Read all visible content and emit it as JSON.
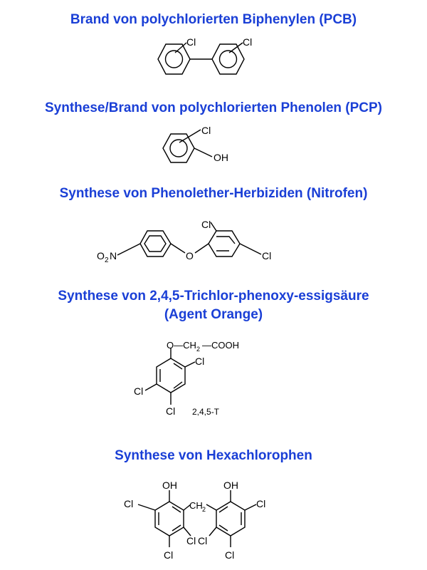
{
  "sections": [
    {
      "heading": "Brand von polychlorierten Biphenylen (PCB)"
    },
    {
      "heading": "Synthese/Brand von polychlorierten Phenolen (PCP)"
    },
    {
      "heading": "Synthese von Phenolether-Herbiziden (Nitrofen)"
    },
    {
      "heading_line1": "Synthese von 2,4,5-Trichlor-phenoxy-essigsäure",
      "heading_line2": "(Agent Orange)"
    },
    {
      "heading": "Synthese von Hexachlorophen"
    }
  ],
  "structures": {
    "pcb": {
      "substituent_left": "Cl",
      "substituent_right": "Cl"
    },
    "pcp": {
      "substituent_cl": "Cl",
      "substituent_oh": "OH"
    },
    "nitrofen": {
      "o2n": "O",
      "o2n_sub": "2",
      "o2n_n": "N",
      "ether_o": "O",
      "cl_top": "Cl",
      "cl_right": "Cl"
    },
    "agent_orange": {
      "chain": "O—CH",
      "chain_sub": "2",
      "chain_end": "—COOH",
      "cl_right": "Cl",
      "cl_left": "Cl",
      "cl_bottom": "Cl",
      "label": "2,4,5-T"
    },
    "hexachlorophen": {
      "oh_left": "OH",
      "oh_right": "OH",
      "ch2": "CH",
      "ch2_sub": "2",
      "cl_far_left": "Cl",
      "cl_far_right": "Cl",
      "cl_inner_left": "Cl",
      "cl_inner_right": "Cl",
      "cl_bottom_left": "Cl",
      "cl_bottom_right": "Cl"
    }
  }
}
